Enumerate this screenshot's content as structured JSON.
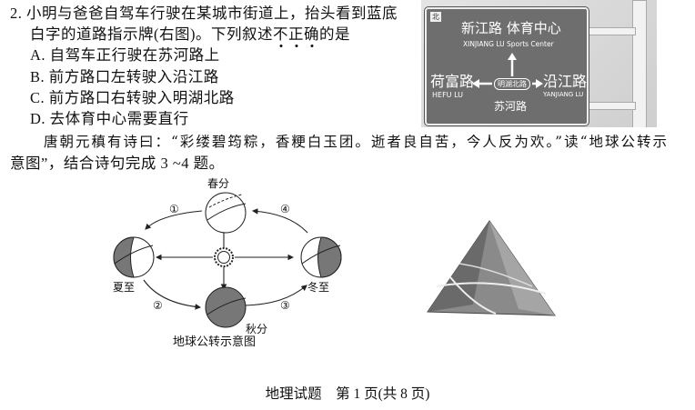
{
  "question2": {
    "stem_line1": "2. 小明与爸爸自驾车行驶在某城市街道上，抬头看到蓝底",
    "stem_line2_prefix": "白字的道路指示牌(右图)。下列叙述",
    "stem_emphasis": [
      "不",
      "正",
      "确"
    ],
    "stem_line2_suffix": "的是",
    "options": [
      "A. 自驾车正行驶在苏河路上",
      "B. 前方路口左转驶入沿江路",
      "C. 前方路口右转驶入明湖北路",
      "D. 去体育中心需要直行"
    ]
  },
  "road_sign": {
    "north_mark": "北",
    "top_cn": "新江路  体育中心",
    "top_en": "XINJIANG LU   Sports Center",
    "left_cn": "荷富路",
    "left_en": "HEFU LU",
    "right_cn": "沿江路",
    "right_en": "YANJIANG LU",
    "center": "明湖北路",
    "bottom_cn": "苏河路"
  },
  "passage": {
    "line1": "唐朝元稹有诗曰：“彩缕碧筠粽，香粳白玉团。逝者良自苦，今人反为欢。”读“地球公转示",
    "line2": "意图”，结合诗句完成 3 ~4 题。"
  },
  "orbit_diagram": {
    "title": "地球公转示意图",
    "labels": {
      "spring": "春分",
      "summer": "夏至",
      "autumn": "秋分",
      "winter": "冬至"
    },
    "segments": [
      "①",
      "②",
      "③",
      "④"
    ]
  },
  "footer": "地理试题　第 1 页(共 8 页)"
}
